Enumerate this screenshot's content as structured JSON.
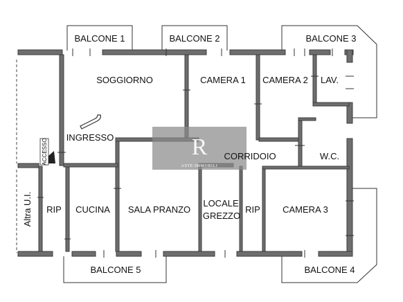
{
  "rooms": {
    "balcone_1": "BALCONE 1",
    "balcone_2": "BALCONE 2",
    "balcone_3": "BALCONE 3",
    "balcone_4": "BALCONE 4",
    "balcone_5": "BALCONE 5",
    "soggiorno": "SOGGIORNO",
    "camera_1": "CAMERA 1",
    "camera_2": "CAMERA 2",
    "lav": "LAV.",
    "ingresso": "INGRESSO",
    "corridoio": "CORRIDOIO",
    "wc": "W.C.",
    "rip_left": "RIP",
    "cucina": "CUCINA",
    "sala_pranzo": "SALA PRANZO",
    "locale_line1": "LOCALE",
    "locale_line2": "GREZZO",
    "rip_right": "RIP",
    "camera_3": "CAMERA 3",
    "altra_ui": "Altra U.I.",
    "accesso": "ACCESSO"
  },
  "watermark": {
    "brand": "ASTE IMMOBILI",
    "color": "#8a8a8a"
  },
  "colors": {
    "wall": "#3c3c3c",
    "wall_fill": "#6e6e6e",
    "line": "#333333"
  }
}
